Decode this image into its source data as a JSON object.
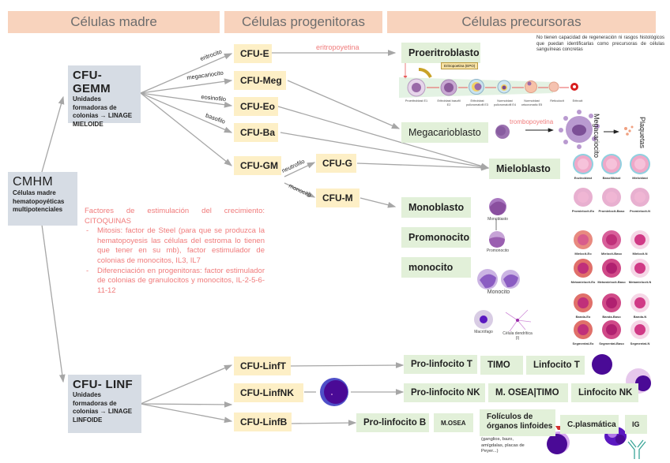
{
  "headers": {
    "stem": "Células madre",
    "progenitor": "Células progenitoras",
    "precursor": "Células precursoras"
  },
  "cmhm": {
    "title": "CMHM",
    "subtitle": "Células madre hematopoyéticas multipotenciales"
  },
  "cfu_gemm": {
    "title": "CFU- GEMM",
    "subtitle": "Unidades formadoras de colonias → LINAGE MIELOIDE"
  },
  "cfu_linf": {
    "title": "CFU- LINF",
    "subtitle": "Unidades formadoras de colonias → LINAGE LINFOIDE"
  },
  "myeloid_progenitors": [
    {
      "label": "CFU-E",
      "edge": "eritrocito"
    },
    {
      "label": "CFU-Meg",
      "edge": "megacariocito"
    },
    {
      "label": "CFU-Eo",
      "edge": "eosinofilo"
    },
    {
      "label": "CFU-Ba",
      "edge": "basofilo"
    },
    {
      "label": "CFU-GM",
      "edge": ""
    }
  ],
  "gm_children": [
    {
      "label": "CFU-G",
      "edge": "neutrofilo"
    },
    {
      "label": "CFU-M",
      "edge": "monocito"
    }
  ],
  "lymphoid_progenitors": [
    {
      "label": "CFU-LinfT"
    },
    {
      "label": "CFU-LinfNK"
    },
    {
      "label": "CFU-LinfB"
    }
  ],
  "precursors": {
    "proeritroblasto": "Proeritroblasto",
    "megacarioblasto": "Megacarioblasto",
    "mieloblasto": "Mieloblasto",
    "monoblasto": "Monoblasto",
    "promonocito": "Promonocito",
    "monocito": "monocito"
  },
  "growth_factors": {
    "eritropoyetina": "eritropoyetina",
    "trombopoyetina": "trombopoyetina",
    "epo_tag": "Eritropoetina (EPO)"
  },
  "note": "No tienen capacidad de regeneración ni rasgos histológicos que puedan identificarlas como precursoras de células sanguíneas concretas",
  "factors": {
    "heading": "Factores de estimulación del crecimiento: CITOQUINAS",
    "items": [
      "Mitosis: factor de Steel (para que se produzca la hematopoyesis las células del estroma lo tienen que tener en su mb), factor estimulador de colonias de monocitos, IL3, IL7",
      "Diferenciación en progenitoras: factor estimulador de colonias de granulocitos y monocitos, IL-2-5-6-11-12"
    ]
  },
  "erythro_stages": [
    "Proeritroblast E1",
    "Eritroblast basofil E2",
    "Eritroblast policromatofil E3",
    "Normoblast policromatofil E4",
    "Normoblast ortocromatic E5",
    "Reticulocit",
    "Eritrocit"
  ],
  "mega_labels": {
    "megacariocito": "Megacariocito",
    "plaquetas": "Plaquetas"
  },
  "mono_labels": {
    "monoblasto": "Monoblasto",
    "promonocito": "Promonocito",
    "monocito": "Monocito",
    "macrofago": "Macrófago",
    "dendritica": "Célula dendrítica (I)"
  },
  "granulo_grid": [
    [
      "Eozinoblast",
      "Basofilblast",
      "Mieloblast"
    ],
    [
      "Promielocit-Eo",
      "Promielocit-Baso",
      "Promielocit-N"
    ],
    [
      "Mielocit-Eo",
      "Mielocit-Baso",
      "Mielocit-N"
    ],
    [
      "Metamielocit-Eo",
      "Metamielocit-Baso",
      "Metamielocit-N"
    ],
    [
      "Banda-Eo",
      "Banda-Baso",
      "Banda-N"
    ],
    [
      "Segmentat-Eo",
      "Segmentat-Baso",
      "Segmentat-N"
    ]
  ],
  "lymphoid_rows": {
    "t": [
      "Pro-linfocito T",
      "TIMO",
      "Linfocito T"
    ],
    "nk": [
      "Pro-linfocito NK",
      "M. OSEA|TIMO",
      "Linfocito NK"
    ],
    "b": [
      "Pro-linfocito B",
      "M.OSEA",
      "Folículos de órganos linfoides",
      "C.plasmática",
      "IG"
    ],
    "b_note": "(ganglios, bazo, amígdalas, placas de Peyer...)"
  },
  "colors": {
    "header_bg": "#f8d3bd",
    "gray_box": "#d6dce4",
    "progenitor_bg": "#fdefc6",
    "precursor_bg": "#e2f0d9",
    "factor_text": "#f07b7b"
  }
}
